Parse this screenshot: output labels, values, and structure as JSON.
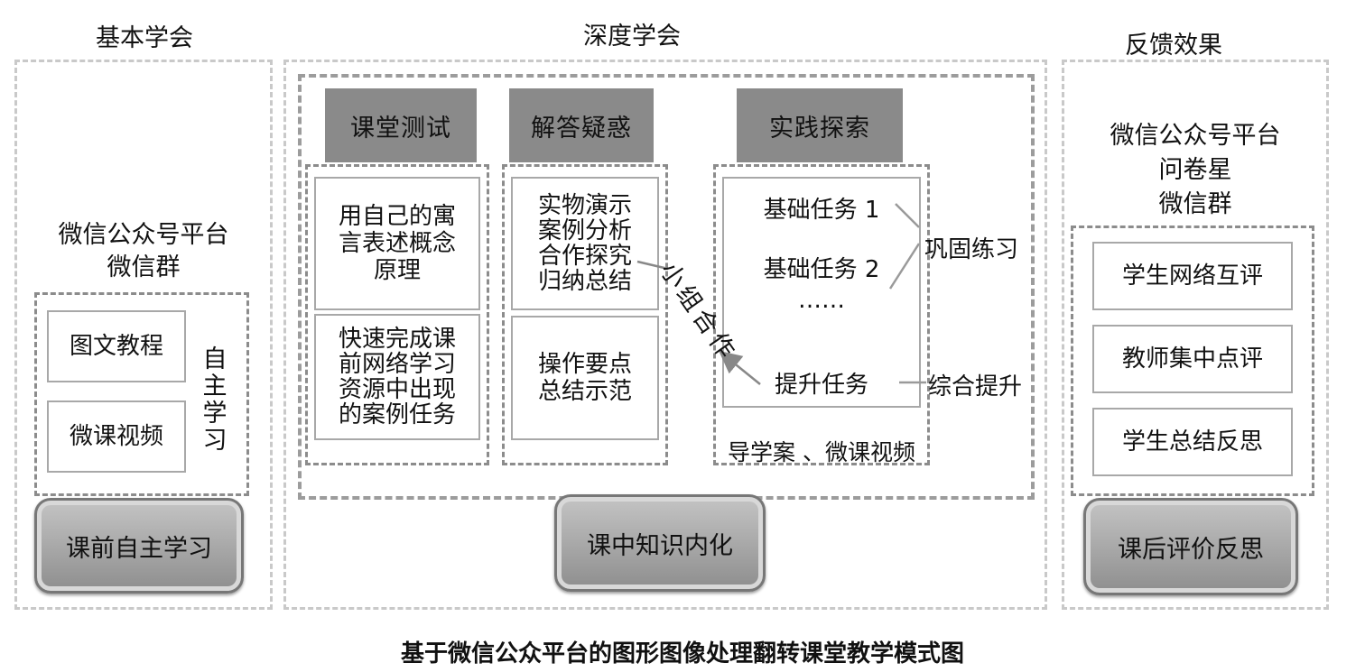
{
  "headers": {
    "basic": "基本学会",
    "deep": "深度学会",
    "feedback": "反馈效果"
  },
  "left": {
    "platform_lines": [
      "微信公众号平台",
      "微信群"
    ],
    "items": [
      "图文教程",
      "微课视频"
    ],
    "side_label": [
      "自",
      "主",
      "学",
      "习"
    ],
    "stage": "课前自主学习"
  },
  "middle": {
    "tabs": [
      "课堂测试",
      "解答疑惑",
      "实践探索"
    ],
    "test_boxes": [
      [
        "用自己的寓",
        "言表述概念",
        "原理"
      ],
      [
        "快速完成课",
        "前网络学习",
        "资源中出现",
        "的案例任务"
      ]
    ],
    "answer_boxes": [
      [
        "实物演示",
        "案例分析",
        "合作探究",
        "归纳总结"
      ],
      [
        "操作要点",
        "总结示范"
      ]
    ],
    "practice_items": [
      "基础任务 1",
      "基础任务 2",
      "……",
      "提升任务"
    ],
    "practice_footer": "导学案 、微课视频",
    "group_label": [
      "小",
      "组",
      "合",
      "作"
    ],
    "consolidate": "巩固练习",
    "comprehensive": "综合提升",
    "stage": "课中知识内化"
  },
  "right": {
    "platform_lines": [
      "微信公众号平台",
      "问卷星",
      "微信群"
    ],
    "items": [
      "学生网络互评",
      "教师集中点评",
      "学生总结反思"
    ],
    "stage": "课后评价反思"
  },
  "caption": "基于微信公众平台的图形图像处理翻转课堂教学模式图"
}
